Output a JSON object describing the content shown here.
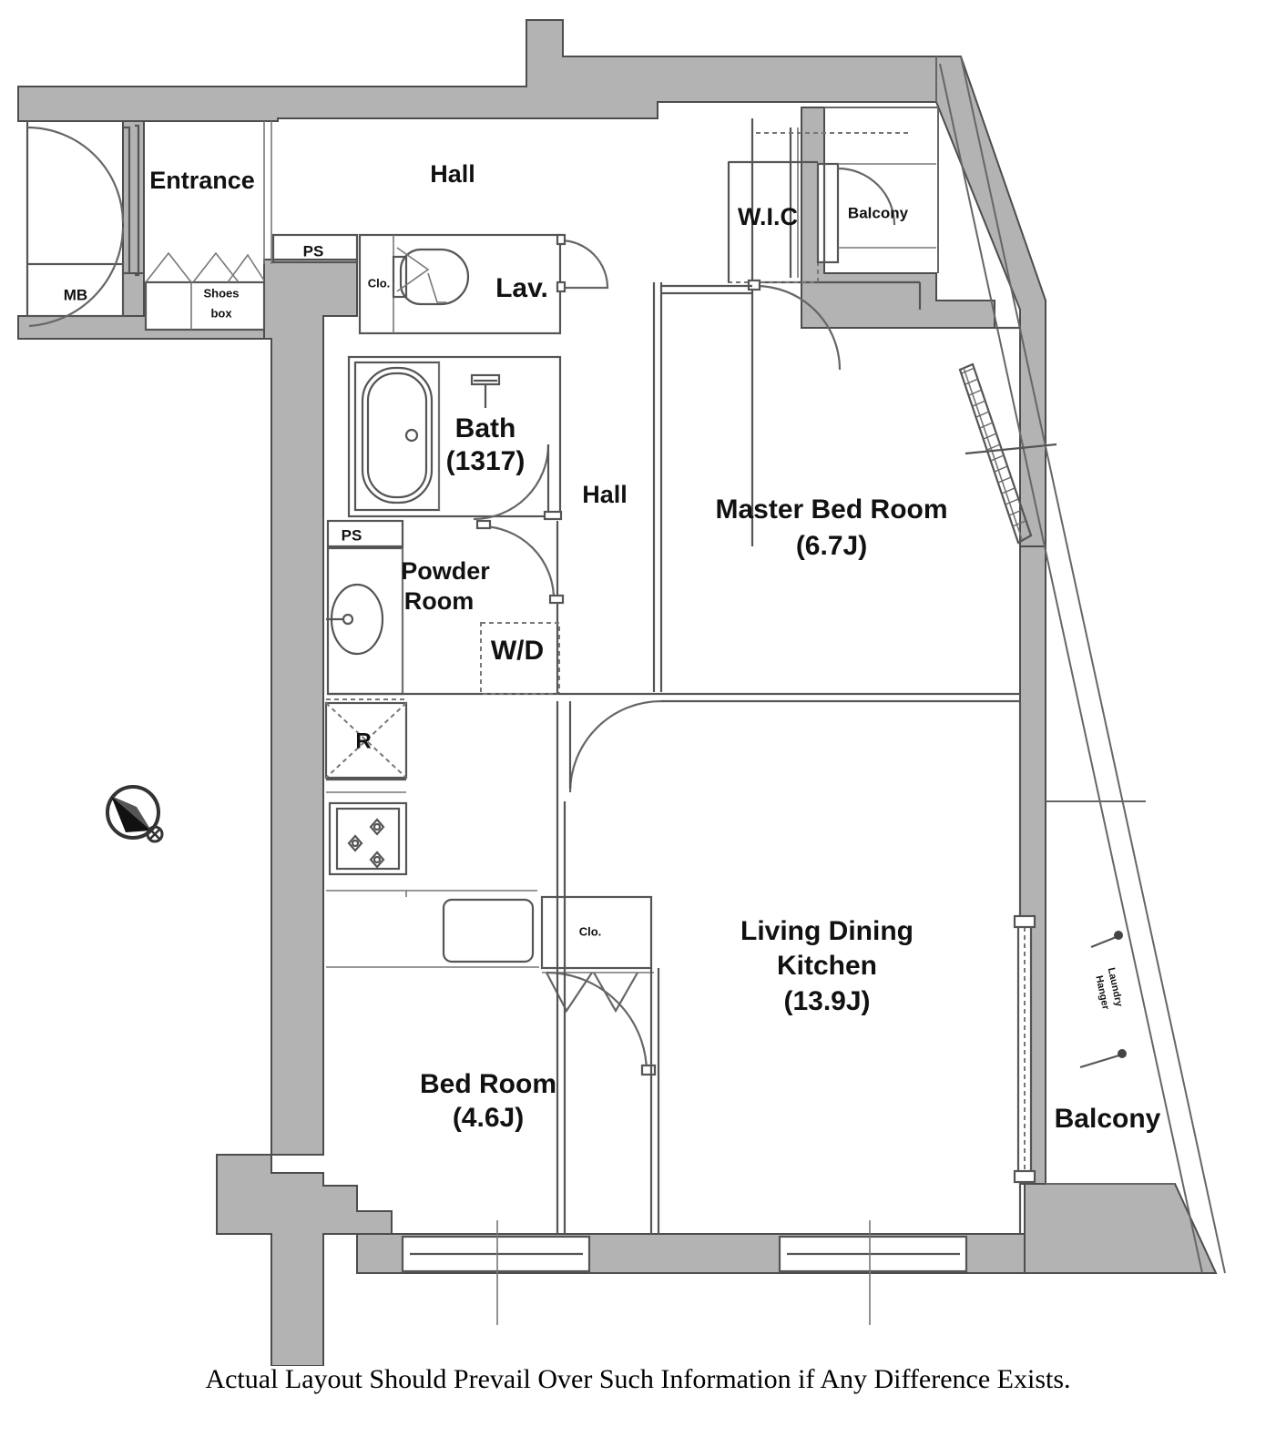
{
  "plan": {
    "caption": "Actual Layout Should Prevail Over Such Information if Any Difference Exists.",
    "compass": {
      "name": "north-arrow",
      "direction": "northwest"
    },
    "colors": {
      "wall_fill": "#b3b3b3",
      "wall_stroke": "#4d4d4d",
      "line": "#555555",
      "text": "#111111",
      "background": "#ffffff"
    },
    "rooms": [
      {
        "id": "entrance",
        "label": "Entrance",
        "area": ""
      },
      {
        "id": "hall_top",
        "label": "Hall",
        "area": ""
      },
      {
        "id": "hall_mid",
        "label": "Hall",
        "area": ""
      },
      {
        "id": "lav",
        "label": "Lav.",
        "area": ""
      },
      {
        "id": "bath",
        "label": "Bath",
        "area": "(1317)"
      },
      {
        "id": "powder",
        "label": "Powder",
        "area": "Room"
      },
      {
        "id": "master",
        "label": "Master Bed Room",
        "area": "(6.7J)"
      },
      {
        "id": "ldk",
        "label": "Living Dining",
        "area": "(13.9J)"
      },
      {
        "id": "bedroom",
        "label": "Bed Room",
        "area": "(4.6J)"
      },
      {
        "id": "wic",
        "label": "W.I.C",
        "area": ""
      },
      {
        "id": "balcony_n",
        "label": "Balcony",
        "area": ""
      },
      {
        "id": "balcony_e",
        "label": "Balcony",
        "area": ""
      }
    ],
    "labels": {
      "entrance": "Entrance",
      "hall_top": "Hall",
      "hall_mid": "Hall",
      "mb": "MB",
      "shoes_box_line1": "Shoes",
      "shoes_box_line2": "box",
      "ps_upper": "PS",
      "ps_lower": "PS",
      "clo_lav": "Clo.",
      "lav": "Lav.",
      "bath": "Bath",
      "bath_size": "(1317)",
      "powder_line1": "Powder",
      "powder_line2": "Room",
      "wd": "W/D",
      "refrigerator": "R",
      "clo_bedroom": "Clo.",
      "bedroom": "Bed Room",
      "bedroom_area": "(4.6J)",
      "ldk_line1": "Living Dining",
      "ldk_line2": "Kitchen",
      "ldk_area": "(13.9J)",
      "master": "Master Bed Room",
      "master_area": "(6.7J)",
      "wic": "W.I.C",
      "balcony_north": "Balcony",
      "balcony_east": "Balcony",
      "laundry_hanger_line1": "Laundry",
      "laundry_hanger_line2": "Hanger"
    }
  }
}
